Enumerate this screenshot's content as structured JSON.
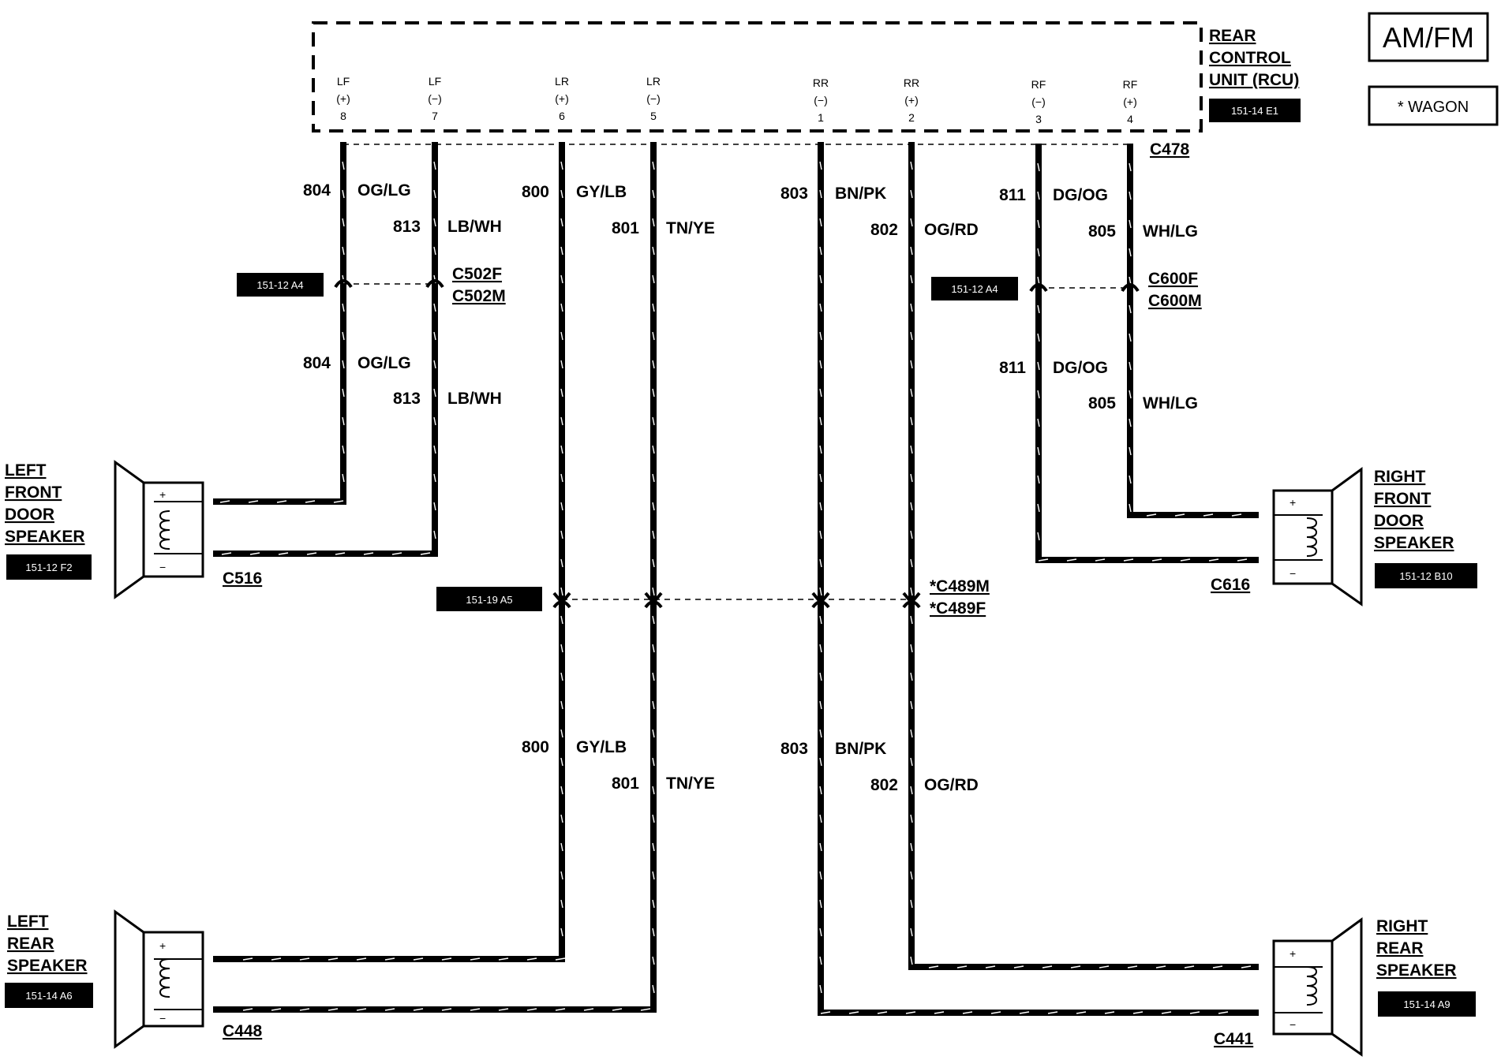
{
  "header": {
    "title": "AM/FM",
    "wagon_note": "*  WAGON"
  },
  "rcu": {
    "name_line1": "REAR",
    "name_line2": "CONTROL",
    "name_line3": "UNIT (RCU)",
    "ref": "151-14 E1",
    "connector": "C478",
    "pins": [
      {
        "circuit": "LF",
        "polarity": "(+)",
        "num": "8"
      },
      {
        "circuit": "LF",
        "polarity": "(−)",
        "num": "7"
      },
      {
        "circuit": "LR",
        "polarity": "(+)",
        "num": "6"
      },
      {
        "circuit": "LR",
        "polarity": "(−)",
        "num": "5"
      },
      {
        "circuit": "RR",
        "polarity": "(−)",
        "num": "1"
      },
      {
        "circuit": "RR",
        "polarity": "(+)",
        "num": "2"
      },
      {
        "circuit": "RF",
        "polarity": "(−)",
        "num": "3"
      },
      {
        "circuit": "RF",
        "polarity": "(+)",
        "num": "4"
      }
    ]
  },
  "wires": {
    "w804": {
      "num": "804",
      "color": "OG/LG"
    },
    "w813": {
      "num": "813",
      "color": "LB/WH"
    },
    "w800": {
      "num": "800",
      "color": "GY/LB"
    },
    "w801": {
      "num": "801",
      "color": "TN/YE"
    },
    "w803": {
      "num": "803",
      "color": "BN/PK"
    },
    "w802": {
      "num": "802",
      "color": "OG/RD"
    },
    "w811": {
      "num": "811",
      "color": "DG/OG"
    },
    "w805": {
      "num": "805",
      "color": "WH/LG"
    }
  },
  "connectors": {
    "left_inline": {
      "f": "C502F",
      "m": "C502M",
      "ref": "151-12 A4"
    },
    "right_inline": {
      "f": "C600F",
      "m": "C600M",
      "ref": "151-12 A4"
    },
    "wagon_inline": {
      "m": "*C489M",
      "f": "*C489F",
      "ref": "151-19 A5"
    },
    "lf_speaker": "C516",
    "rf_speaker": "C616",
    "lr_speaker": "C448",
    "rr_speaker": "C441"
  },
  "speakers": {
    "lf": {
      "l1": "LEFT",
      "l2": "FRONT",
      "l3": "DOOR",
      "l4": "SPEAKER",
      "ref": "151-12 F2"
    },
    "rf": {
      "l1": "RIGHT",
      "l2": "FRONT",
      "l3": "DOOR",
      "l4": "SPEAKER",
      "ref": "151-12 B10"
    },
    "lr": {
      "l1": "LEFT",
      "l2": "REAR",
      "l3": "SPEAKER",
      "ref": "151-14 A6"
    },
    "rr": {
      "l1": "RIGHT",
      "l2": "REAR",
      "l3": "SPEAKER",
      "ref": "151-14 A9"
    },
    "plus": "+",
    "minus": "−"
  }
}
